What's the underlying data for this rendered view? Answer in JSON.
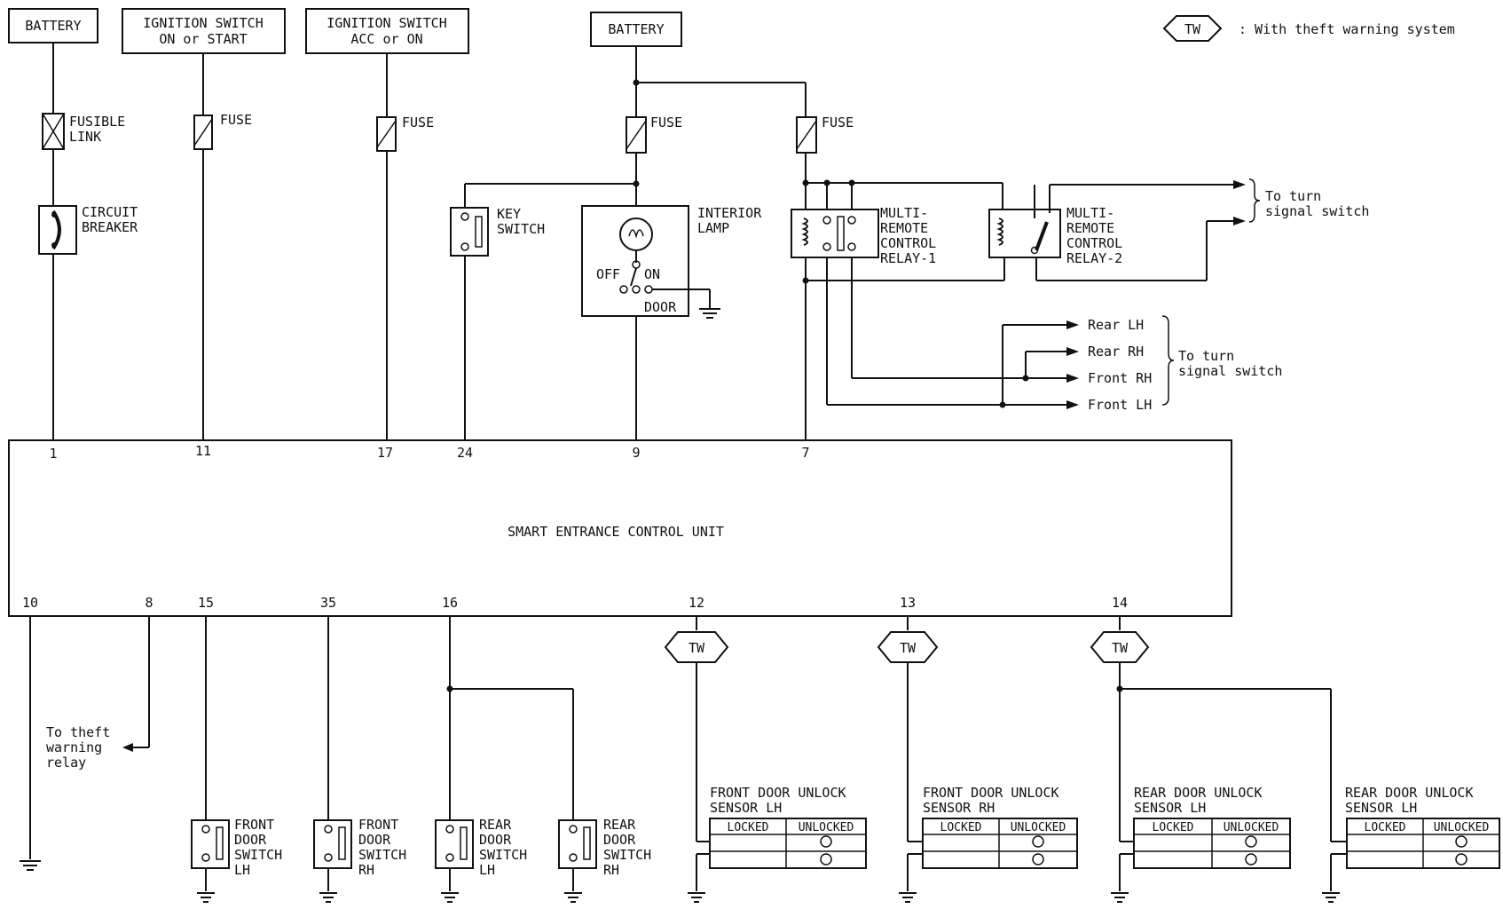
{
  "legend": {
    "badge": "TW",
    "text": ": With theft warning system"
  },
  "sources": {
    "battery_1": "BATTERY",
    "ign_on_start": [
      "IGNITION SWITCH",
      "ON or START"
    ],
    "ign_acc_on": [
      "IGNITION SWITCH",
      "ACC or ON"
    ],
    "battery_2": "BATTERY"
  },
  "components": {
    "fusible_link": [
      "FUSIBLE",
      "LINK"
    ],
    "fuse": "FUSE",
    "circuit_breaker": [
      "CIRCUIT",
      "BREAKER"
    ],
    "key_switch": [
      "KEY",
      "SWITCH"
    ],
    "interior_lamp": [
      "INTERIOR",
      "LAMP"
    ],
    "lamp_off": "OFF",
    "lamp_on": "ON",
    "lamp_door": "DOOR",
    "relay_1": [
      "MULTI-",
      "REMOTE",
      "CONTROL",
      "RELAY-1"
    ],
    "relay_2": [
      "MULTI-",
      "REMOTE",
      "CONTROL",
      "RELAY-2"
    ],
    "to_turn_signal": [
      "To turn",
      "signal switch"
    ],
    "turn_outputs": [
      "Rear LH",
      "Rear RH",
      "Front RH",
      "Front LH"
    ],
    "to_theft": [
      "To theft",
      "warning",
      "relay"
    ],
    "front_door_switch_lh": [
      "FRONT",
      "DOOR",
      "SWITCH",
      "LH"
    ],
    "front_door_switch_rh": [
      "FRONT",
      "DOOR",
      "SWITCH",
      "RH"
    ],
    "rear_door_switch_lh": [
      "REAR",
      "DOOR",
      "SWITCH",
      "LH"
    ],
    "rear_door_switch_rh": [
      "REAR",
      "DOOR",
      "SWITCH",
      "RH"
    ]
  },
  "control_unit": {
    "title": "SMART ENTRANCE CONTROL UNIT",
    "top_pins": [
      "1",
      "11",
      "17",
      "24",
      "9",
      "7"
    ],
    "bottom_pins": [
      "10",
      "8",
      "15",
      "35",
      "16",
      "12",
      "13",
      "14"
    ]
  },
  "sensors": [
    {
      "name": [
        "FRONT DOOR UNLOCK",
        "SENSOR LH"
      ],
      "locked": "LOCKED",
      "unlocked": "UNLOCKED"
    },
    {
      "name": [
        "FRONT DOOR UNLOCK",
        "SENSOR RH"
      ],
      "locked": "LOCKED",
      "unlocked": "UNLOCKED"
    },
    {
      "name": [
        "REAR DOOR UNLOCK",
        "SENSOR LH"
      ],
      "locked": "LOCKED",
      "unlocked": "UNLOCKED"
    },
    {
      "name": [
        "REAR DOOR UNLOCK",
        "SENSOR LH"
      ],
      "locked": "LOCKED",
      "unlocked": "UNLOCKED"
    }
  ],
  "tw_badge": "TW"
}
